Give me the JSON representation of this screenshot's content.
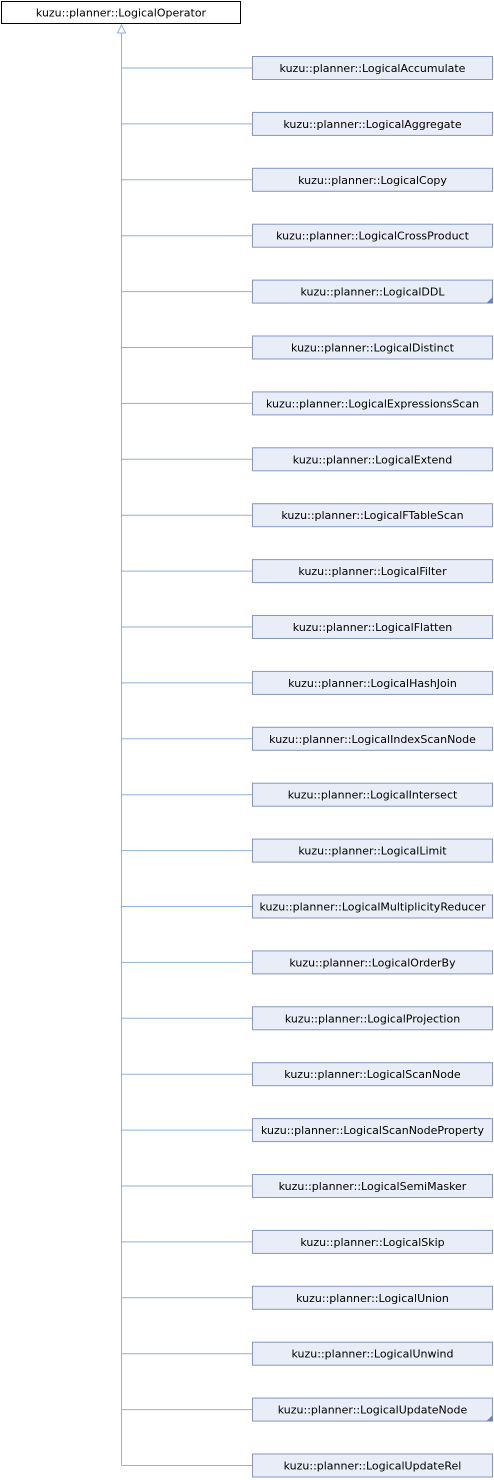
{
  "diagram": {
    "type": "class-inheritance-graph",
    "root": {
      "label": "kuzu::planner::LogicalOperator"
    },
    "children": [
      {
        "label": "kuzu::planner::LogicalAccumulate",
        "truncated_marker": false
      },
      {
        "label": "kuzu::planner::LogicalAggregate",
        "truncated_marker": false
      },
      {
        "label": "kuzu::planner::LogicalCopy",
        "truncated_marker": false
      },
      {
        "label": "kuzu::planner::LogicalCrossProduct",
        "truncated_marker": false
      },
      {
        "label": "kuzu::planner::LogicalDDL",
        "truncated_marker": true
      },
      {
        "label": "kuzu::planner::LogicalDistinct",
        "truncated_marker": false
      },
      {
        "label": "kuzu::planner::LogicalExpressionsScan",
        "truncated_marker": false
      },
      {
        "label": "kuzu::planner::LogicalExtend",
        "truncated_marker": false
      },
      {
        "label": "kuzu::planner::LogicalFTableScan",
        "truncated_marker": false
      },
      {
        "label": "kuzu::planner::LogicalFilter",
        "truncated_marker": false
      },
      {
        "label": "kuzu::planner::LogicalFlatten",
        "truncated_marker": false
      },
      {
        "label": "kuzu::planner::LogicalHashJoin",
        "truncated_marker": false
      },
      {
        "label": "kuzu::planner::LogicalIndexScanNode",
        "truncated_marker": false
      },
      {
        "label": "kuzu::planner::LogicalIntersect",
        "truncated_marker": false
      },
      {
        "label": "kuzu::planner::LogicalLimit",
        "truncated_marker": false
      },
      {
        "label": "kuzu::planner::LogicalMultiplicityReducer",
        "truncated_marker": false
      },
      {
        "label": "kuzu::planner::LogicalOrderBy",
        "truncated_marker": false
      },
      {
        "label": "kuzu::planner::LogicalProjection",
        "truncated_marker": false
      },
      {
        "label": "kuzu::planner::LogicalScanNode",
        "truncated_marker": false
      },
      {
        "label": "kuzu::planner::LogicalScanNodeProperty",
        "truncated_marker": false
      },
      {
        "label": "kuzu::planner::LogicalSemiMasker",
        "truncated_marker": false
      },
      {
        "label": "kuzu::planner::LogicalSkip",
        "truncated_marker": false
      },
      {
        "label": "kuzu::planner::LogicalUnion",
        "truncated_marker": false
      },
      {
        "label": "kuzu::planner::LogicalUnwind",
        "truncated_marker": false
      },
      {
        "label": "kuzu::planner::LogicalUpdateNode",
        "truncated_marker": true
      },
      {
        "label": "kuzu::planner::LogicalUpdateRel",
        "truncated_marker": false
      }
    ],
    "colors": {
      "child_fill": "#e8edf7",
      "child_border": "#8496c4",
      "root_fill": "#ffffff",
      "root_border": "#000000",
      "edge": "#8fb2da",
      "marker": "#6b82c0"
    }
  }
}
